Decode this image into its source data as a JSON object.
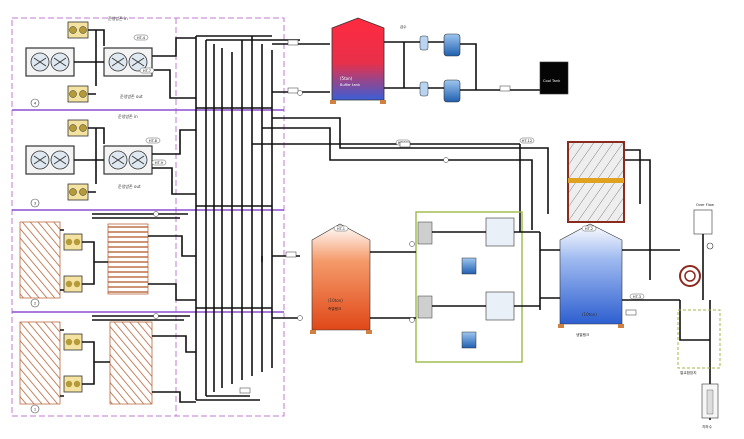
{
  "labels": {
    "zone_a_top": "준냉방존 in",
    "zone_a_out": "준냉방존 out",
    "zone_b_in": "준냉방존 in",
    "zone_b_out": "준냉방존 out",
    "zone_num_a": "4",
    "zone_num_b": "3",
    "zone_num_c": "2",
    "zone_num_d": "1",
    "ht_tags": [
      "HT-4",
      "HT-7",
      "HT-8",
      "HT-9",
      "HT-1",
      "HT-2",
      "HT-3",
      "HT-11",
      "HT-12"
    ],
    "tank_red_size": "(5ton)",
    "tank_red_name": "Buffer tank",
    "tank_feed_label": "급수",
    "cool_tank": "Cool Tank",
    "tank_heat_size": "(10ton)",
    "tank_heat_name": "축열탱크",
    "tank_cold_size": "(10ton)",
    "tank_cold_name": "냉열탱크",
    "overflow": "Over Flow",
    "groundwater_label": "지하수",
    "heat_exchanger_label": "열교환장치"
  },
  "colors": {
    "pipe": "#111111",
    "zone_border": "#c07ad0",
    "divider": "#8a4fd0",
    "tank_red": "#e8304a",
    "tank_blue": "#3a5fd6",
    "tank_orange": "#e85a2a",
    "tank_cold": "#3b6fd8",
    "hx_frame": "#8b2a1f",
    "hx_band": "#e0a020",
    "pump_box": "#9cb84a",
    "device_blue": "#2f7fd0",
    "coil_brown": "#b8663a"
  }
}
